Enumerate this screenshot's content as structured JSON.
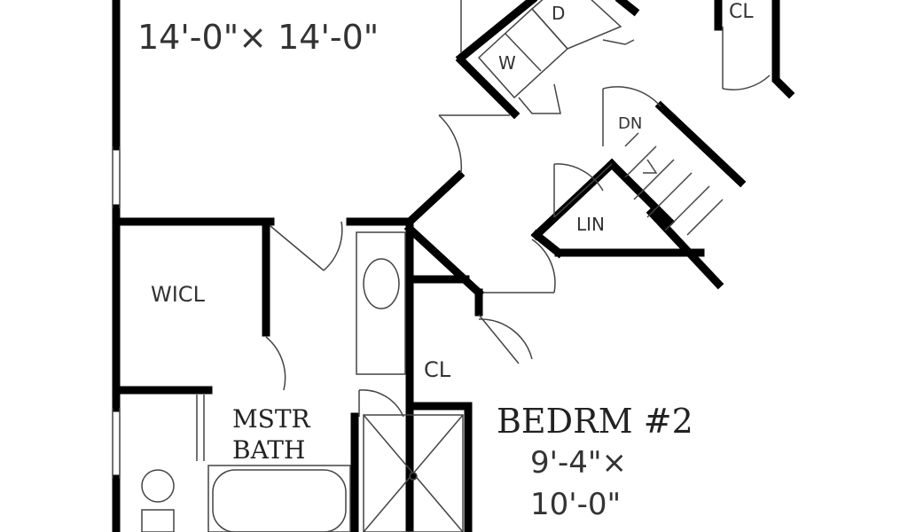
{
  "plan": {
    "top_room_size": "14'-0\"× 14'-0\"",
    "dryer": "D",
    "washer": "W",
    "closet_top_right": "CL",
    "stairs_down": "DN",
    "linen": "LIN",
    "walk_in_closet": "WICL",
    "closet_middle": "CL",
    "master_bath_line1": "MSTR",
    "master_bath_line2": "BATH",
    "bedroom2_name": "BEDRM #2",
    "bedroom2_size_line1": "9'-4\"×",
    "bedroom2_size_line2": "10'-0\""
  }
}
